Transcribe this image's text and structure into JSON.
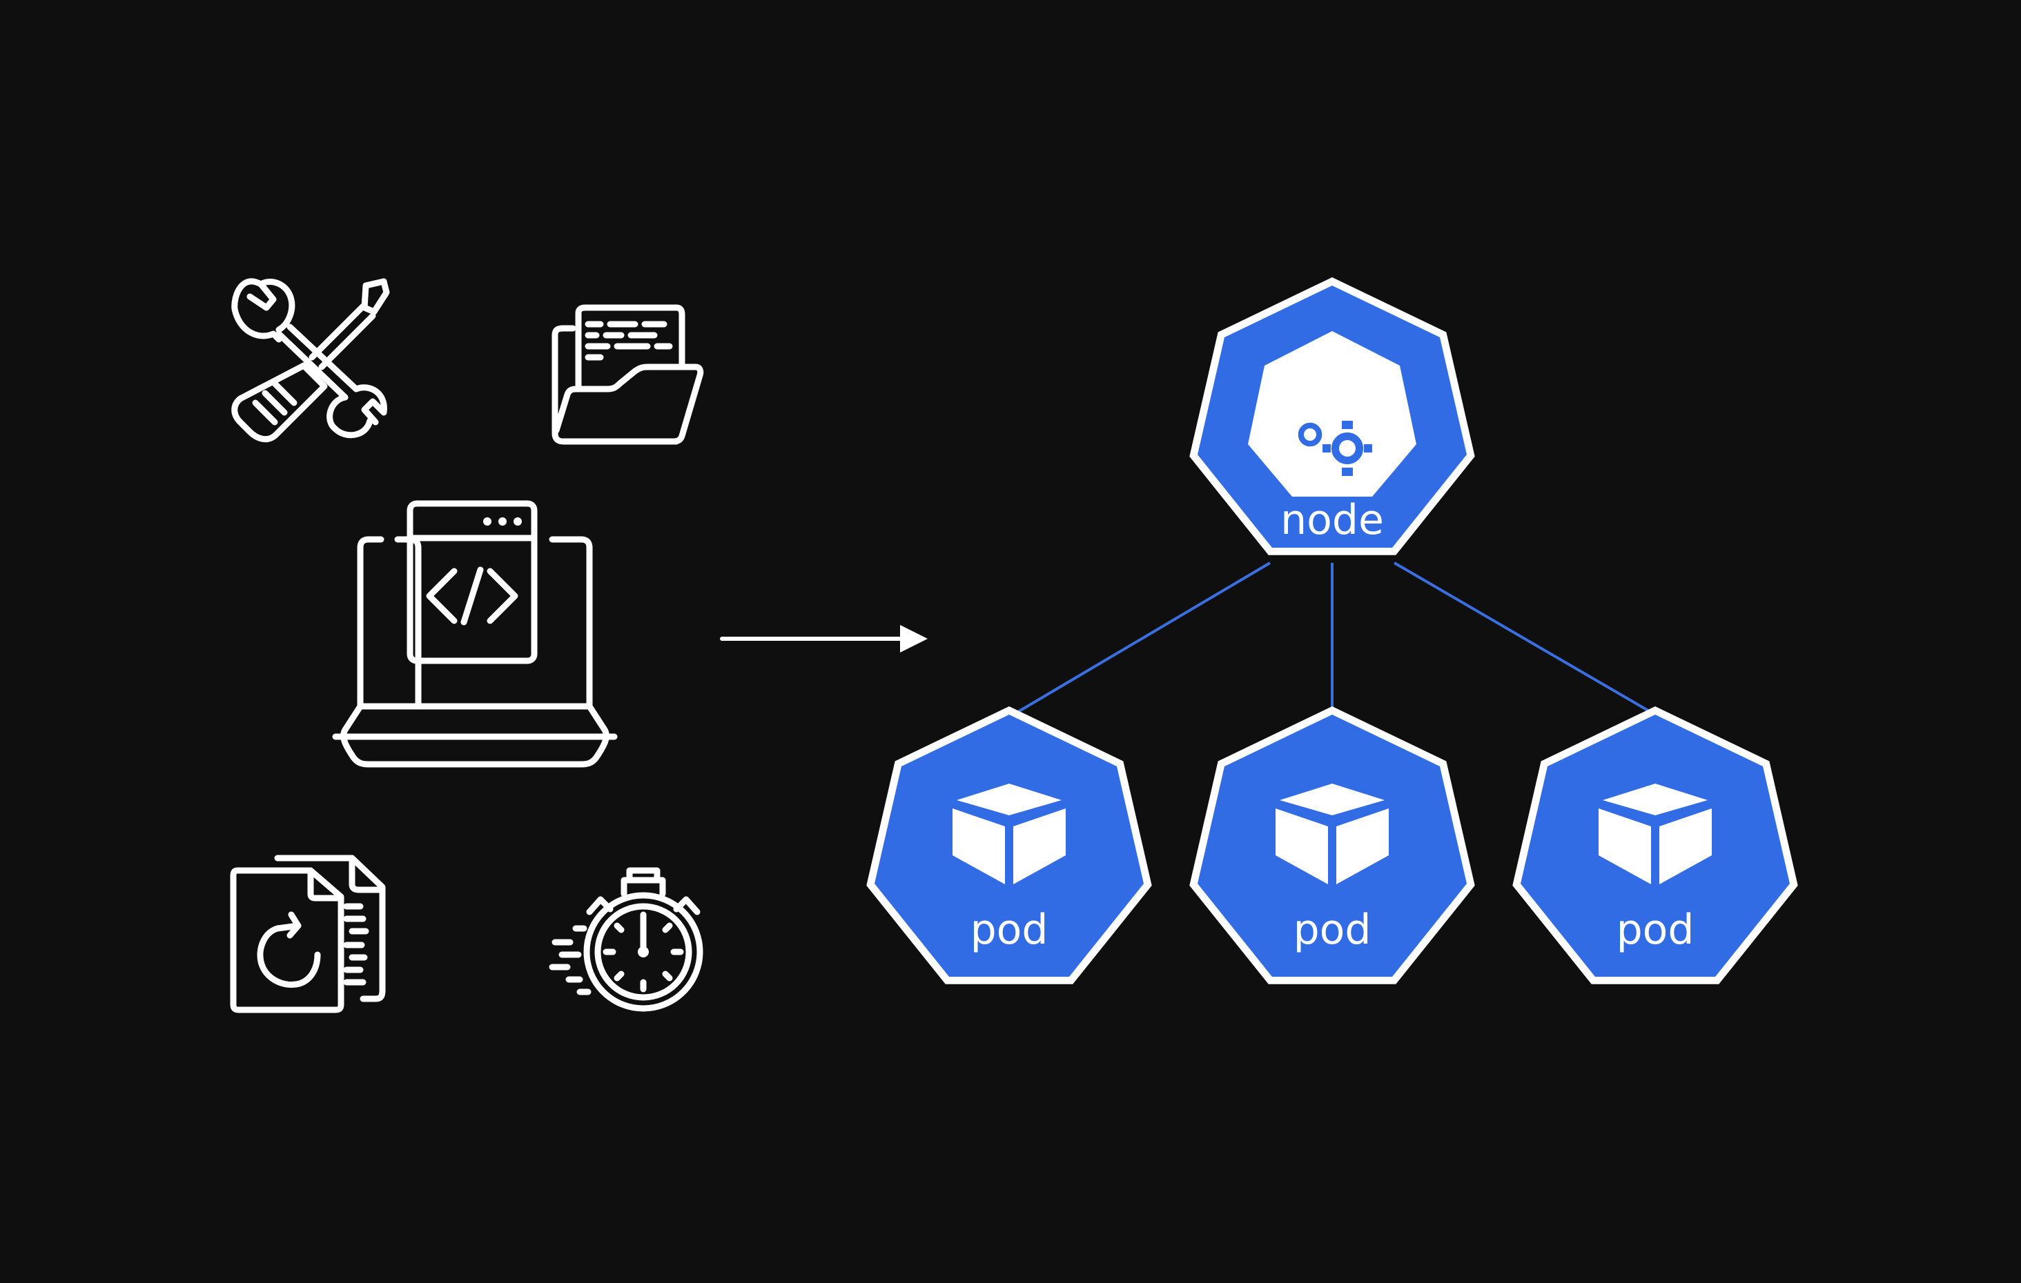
{
  "colors": {
    "background": "#0f0f0f",
    "icon_stroke": "#ffffff",
    "k8s_blue": "#326ce5",
    "connector": "#3a6fe0"
  },
  "left_icons": [
    {
      "name": "tools-icon",
      "description": "crossed wrench and screwdriver"
    },
    {
      "name": "folder-documents-icon",
      "description": "open folder with code sheet"
    },
    {
      "name": "laptop-code-icon",
      "description": "laptop with code window"
    },
    {
      "name": "file-sync-icon",
      "description": "documents with refresh arrow"
    },
    {
      "name": "stopwatch-icon",
      "description": "fast stopwatch"
    }
  ],
  "arrow": {
    "name": "arrow-right-icon"
  },
  "node": {
    "label": "node",
    "icon": "node-cubes-gears-icon"
  },
  "pods": [
    {
      "label": "pod",
      "icon": "pod-cube-icon"
    },
    {
      "label": "pod",
      "icon": "pod-cube-icon"
    },
    {
      "label": "pod",
      "icon": "pod-cube-icon"
    }
  ]
}
